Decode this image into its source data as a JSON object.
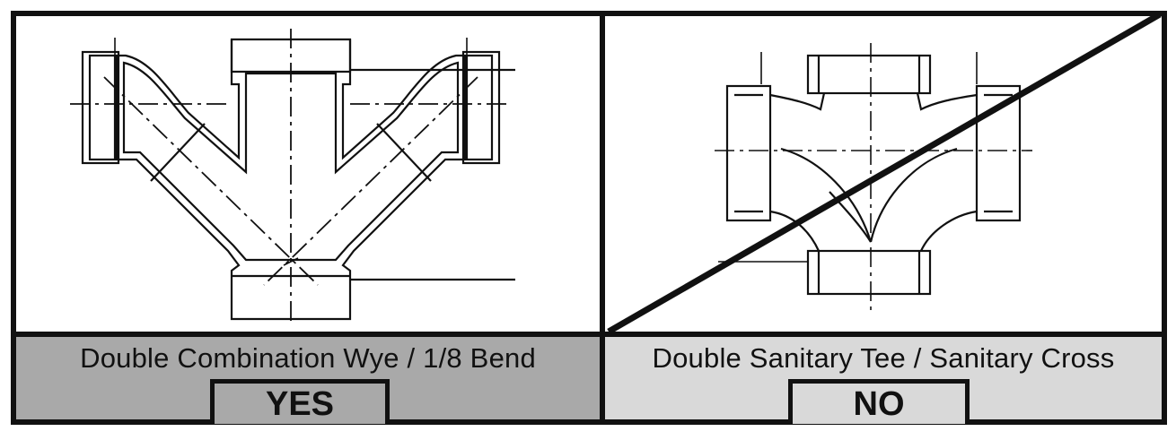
{
  "panels": [
    {
      "id": "left",
      "caption": "Double Combination Wye / 1/8 Bend",
      "verdict": "YES",
      "caption_background": "#a9a9a9",
      "fitting_icon": "double-combination-wye-drawing"
    },
    {
      "id": "right",
      "caption": "Double Sanitary Tee / Sanitary Cross",
      "verdict": "NO",
      "caption_background": "#d9d9d9",
      "fitting_icon": "double-sanitary-tee-drawing",
      "crossed_out": true
    }
  ],
  "colors": {
    "line": "#111111",
    "panel_background": "#ffffff"
  }
}
